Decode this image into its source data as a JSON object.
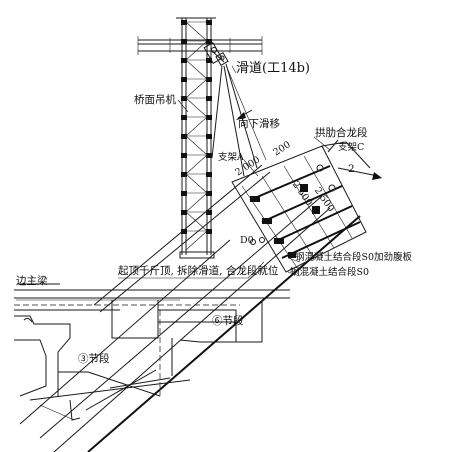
{
  "labels": {
    "slide_track": "滑道(工14b)",
    "deck_crane": "桥面吊机",
    "slide_down": "向下滑移",
    "arch_rib_closure": "拱肋合龙段",
    "support_c": "支架C",
    "support_a": "支架A",
    "section_s0_web": "钢混凝土结合段S0加劲腹板",
    "section_s0": "钢混凝土结合段S0",
    "jack_note": "起顶千斤顶, 拆除滑道, 合龙段就位",
    "side_main_beam": "边主梁",
    "segment_6": "⑥节段",
    "segment_3": "③节段",
    "point_d0": "D0",
    "mark_2": "2"
  },
  "dimensions": {
    "d_2000": "2 000",
    "d_200": "200",
    "d_2500": "2 500",
    "d_2500b": "2 500"
  }
}
